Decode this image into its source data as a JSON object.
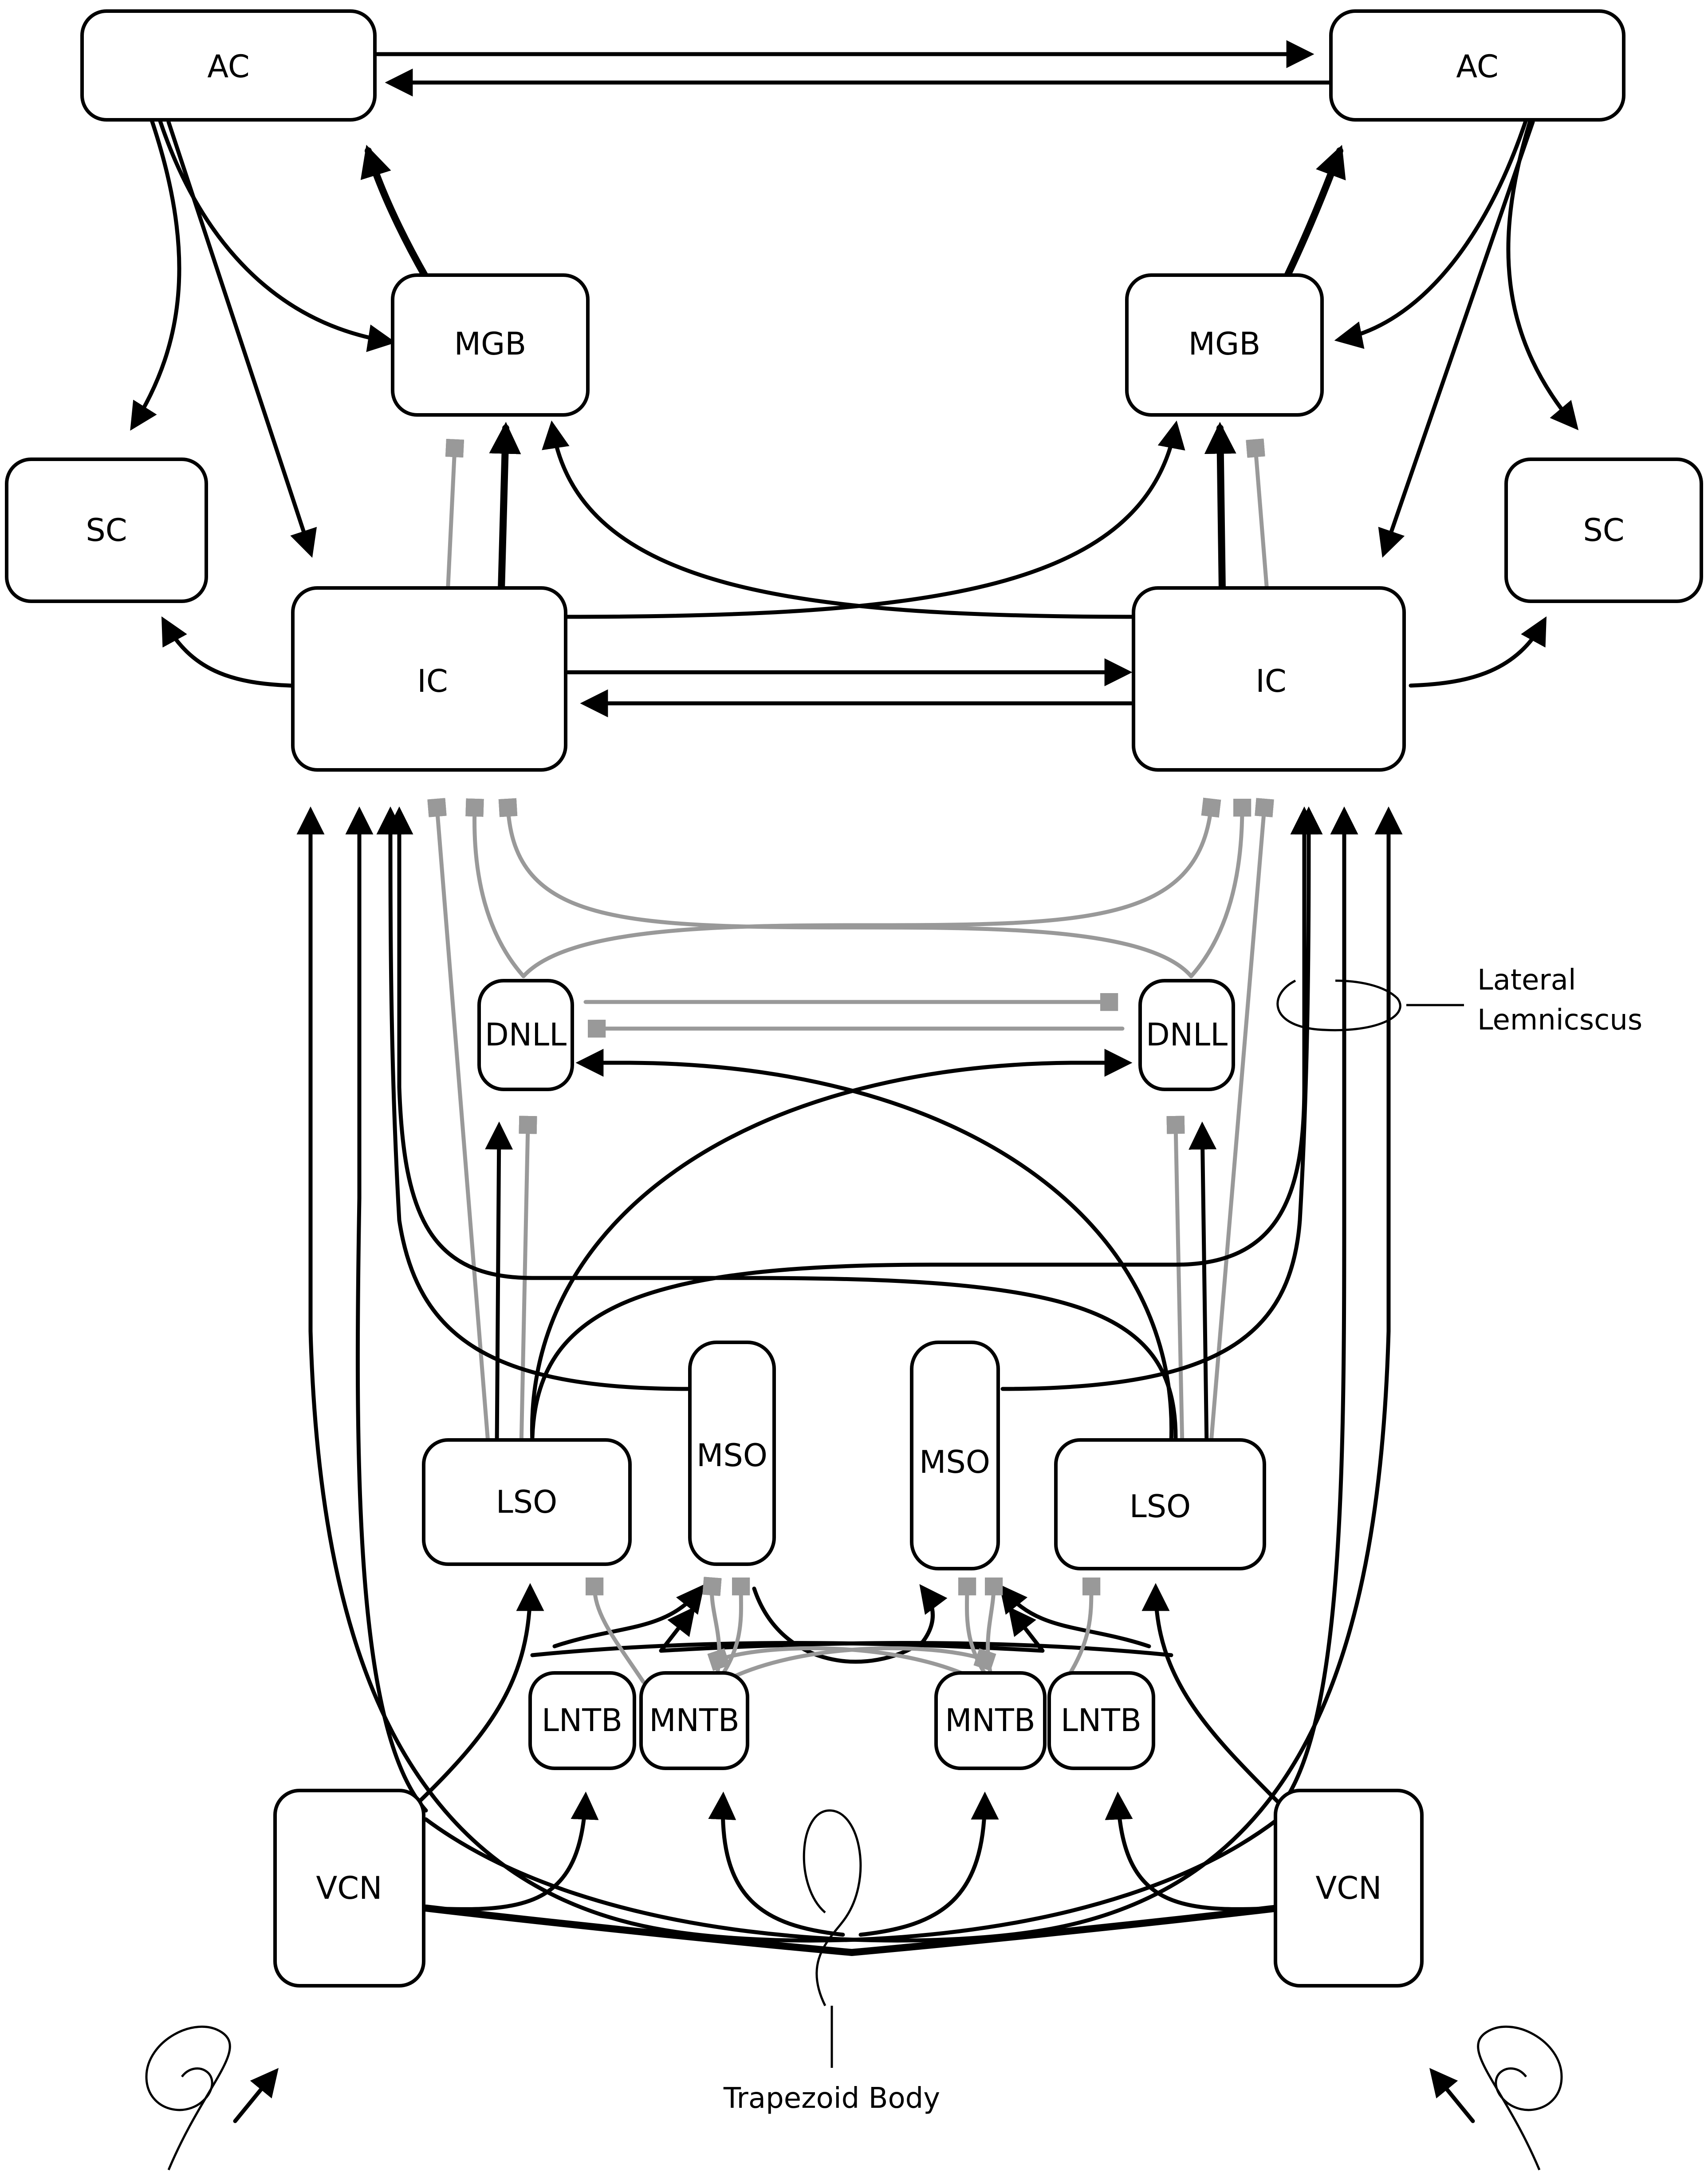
{
  "nodes": {
    "ac_left": "AC",
    "ac_right": "AC",
    "mgb_left": "MGB",
    "mgb_right": "MGB",
    "sc_left": "SC",
    "sc_right": "SC",
    "ic_left": "IC",
    "ic_right": "IC",
    "dnll_left": "DNLL",
    "dnll_right": "DNLL",
    "mso_left": "MSO",
    "mso_right": "MSO",
    "lso_left": "LSO",
    "lso_right": "LSO",
    "lntb_left": "LNTB",
    "mntb_left": "MNTB",
    "mntb_right": "MNTB",
    "lntb_right": "LNTB",
    "vcn_left": "VCN",
    "vcn_right": "VCN"
  },
  "annotations": {
    "lateral_lemniscus_line1": "Lateral",
    "lateral_lemniscus_line2": "Lemnicscus",
    "trapezoid_body": "Trapezoid Body"
  },
  "colors": {
    "excitatory": "#000000",
    "inhibitory": "#999999"
  }
}
